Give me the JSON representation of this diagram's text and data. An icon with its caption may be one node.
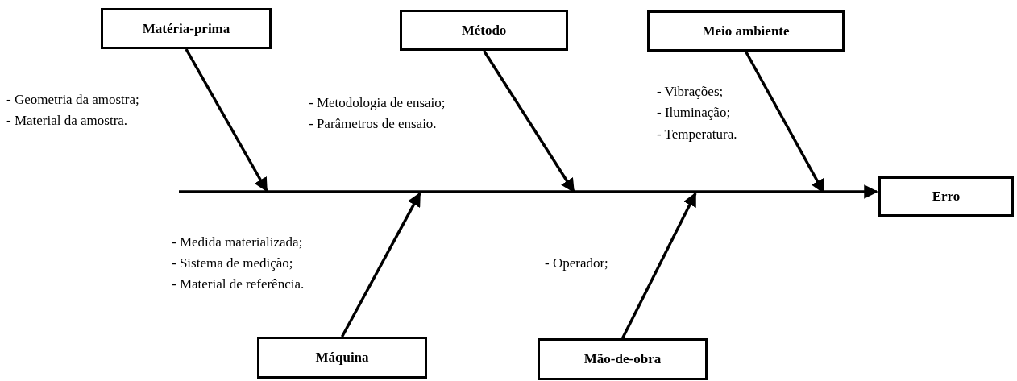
{
  "diagram": {
    "nodes": [
      {
        "text": [
          "Matéria-prima"
        ]
      },
      {
        "text": [
          "Método"
        ]
      },
      {
        "text": [
          "Meio ambiente"
        ]
      },
      {
        "text": [
          "Erro"
        ]
      },
      {
        "text": [
          "Máquina"
        ]
      },
      {
        "text": [
          "Mão-de-obra"
        ]
      }
    ],
    "edges": [
      {
        "from": null,
        "to": 3,
        "arrow": "to"
      },
      {
        "from": 0,
        "to": null,
        "arrow": "to"
      },
      {
        "from": 1,
        "to": null,
        "arrow": "to"
      },
      {
        "from": 2,
        "to": null,
        "arrow": "to"
      },
      {
        "from": 4,
        "to": null,
        "arrow": "to"
      },
      {
        "from": 5,
        "to": null,
        "arrow": "to"
      }
    ],
    "labels": [
      "- Geometria da amostra;",
      "- Material da amostra.",
      "- Metodologia de ensaio;",
      "- Parâmetros de ensaio.",
      "- Vibrações;",
      "- Iluminação;",
      "- Temperatura.",
      "- Medida materializada;",
      "- Sistema de medição;",
      "- Material de referência.",
      "- Operador;"
    ]
  }
}
